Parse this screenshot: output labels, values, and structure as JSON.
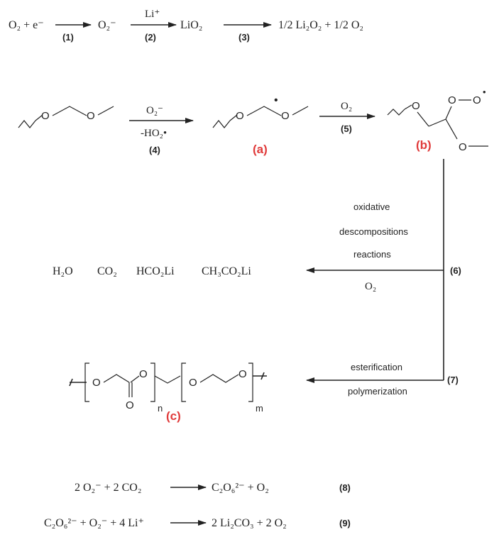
{
  "reaction_row1": {
    "r1_reactants": "O₂ + e⁻",
    "r1_product": "O₂⁻",
    "r1_step": "(1)",
    "r2_reagent": "Li⁺",
    "r2_step": "(2)",
    "r2_product": "LiO₂",
    "r3_step": "(3)",
    "r3_product": "1/2 Li₂O₂ + 1/2 O₂"
  },
  "reaction_row2": {
    "r4_reagent": "O₂⁻",
    "r4_byproduct": "-HO₂•",
    "r4_step": "(4)",
    "label_a": "(a)",
    "r5_reagent": "O₂",
    "r5_step": "(5)",
    "label_b": "(b)",
    "radical_dot": "•"
  },
  "branch_6": {
    "line1": "oxidative",
    "line2": "descompositions",
    "line3": "reactions",
    "reagent": "O₂",
    "step": "(6)",
    "products": [
      "H₂O",
      "CO₂",
      "HCO₂Li",
      "CH₃CO₂Li"
    ]
  },
  "branch_7": {
    "line1": "esterification",
    "line2": "polymerization",
    "step": "(7)",
    "label_c": "(c)",
    "sub_n": "n",
    "sub_m": "m"
  },
  "equation_8": {
    "lhs": "2 O₂⁻ + 2 CO₂",
    "rhs": "C₂O₆²⁻ + O₂",
    "step": "(8)"
  },
  "equation_9": {
    "lhs": "C₂O₆²⁻ + O₂⁻ + 4 Li⁺",
    "rhs": "2 Li₂CO₃ + 2 O₂",
    "step": "(9)"
  },
  "atoms": {
    "oxygen": "O"
  },
  "colors": {
    "ink": "#222222",
    "highlight": "#e03a3a"
  }
}
